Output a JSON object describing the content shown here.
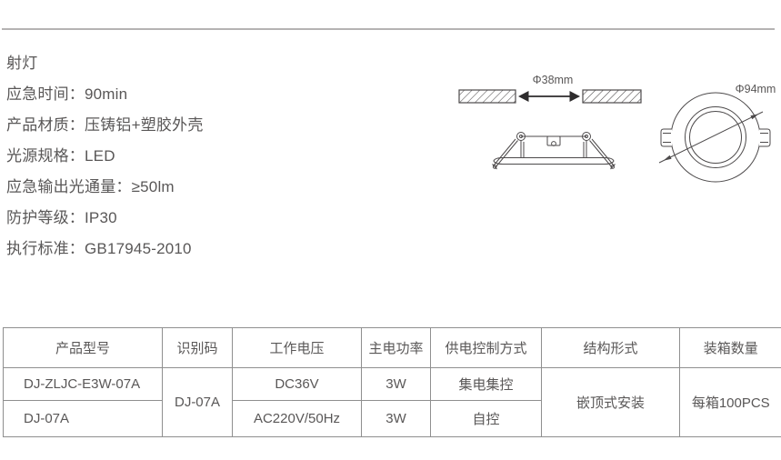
{
  "product": {
    "title": "射灯",
    "specs": [
      "应急时间：90min",
      "产品材质：压铸铝+塑胶外壳",
      "光源规格：LED",
      "应急输出光通量：≥50lm",
      "防护等级：IP30",
      "执行标准：GB17945-2010"
    ]
  },
  "diagrams": {
    "cutout_label": "Φ38mm",
    "front_label": "Φ94mm"
  },
  "table": {
    "headers": [
      "产品型号",
      "识别码",
      "工作电压",
      "主电功率",
      "供电控制方式",
      "结构形式",
      "装箱数量"
    ],
    "rows": [
      {
        "model": "DJ-ZLJC-E3W-07A",
        "voltage": "DC36V",
        "power": "3W",
        "control": "集电集控"
      },
      {
        "model": "DJ-07A",
        "voltage": "AC220V/50Hz",
        "power": "3W",
        "control": "自控"
      }
    ],
    "merged": {
      "id_code": "DJ-07A",
      "structure": "嵌顶式安装",
      "packing": "每箱100PCS"
    }
  },
  "colors": {
    "text": "#595757",
    "table_border": "#8f8f8f",
    "divider": "#b5b3b3",
    "line_art": "#4d4a4b"
  }
}
